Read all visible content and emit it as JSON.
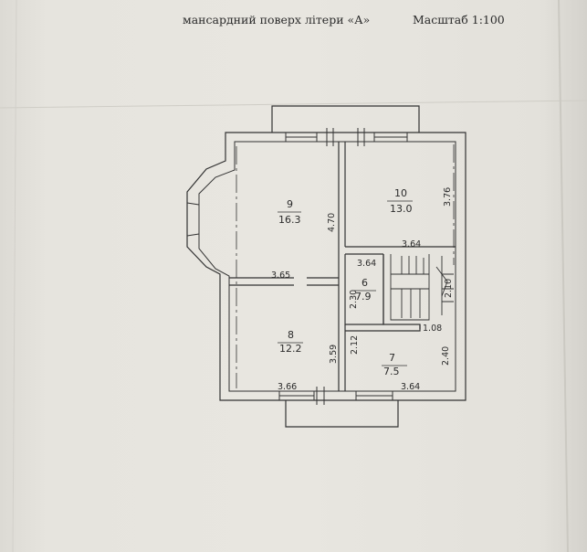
{
  "header": {
    "title": "мансардний поверх літери «А»",
    "scale": "Масштаб 1:100"
  },
  "rooms": [
    {
      "number": "9",
      "area": "16.3"
    },
    {
      "number": "10",
      "area": "13.0"
    },
    {
      "number": "6",
      "area": "7.9"
    },
    {
      "number": "8",
      "area": "12.2"
    },
    {
      "number": "7",
      "area": "7.5"
    }
  ],
  "dimensions": {
    "room9_length": "4.70",
    "room9_width": "3.65",
    "room10_length": "3.76",
    "room10_width": "3.64",
    "room6_width": "3.64",
    "room6_height": "2.30",
    "stair_width": "2.10",
    "room8_length": "3.59",
    "room8_width": "3.66",
    "room7_width": "3.64",
    "room7_left": "2.12",
    "room7_right": "2.40",
    "room7_niche": "1.08"
  },
  "colors": {
    "paper": "#e6e4de",
    "ink": "#2b2b2b"
  }
}
